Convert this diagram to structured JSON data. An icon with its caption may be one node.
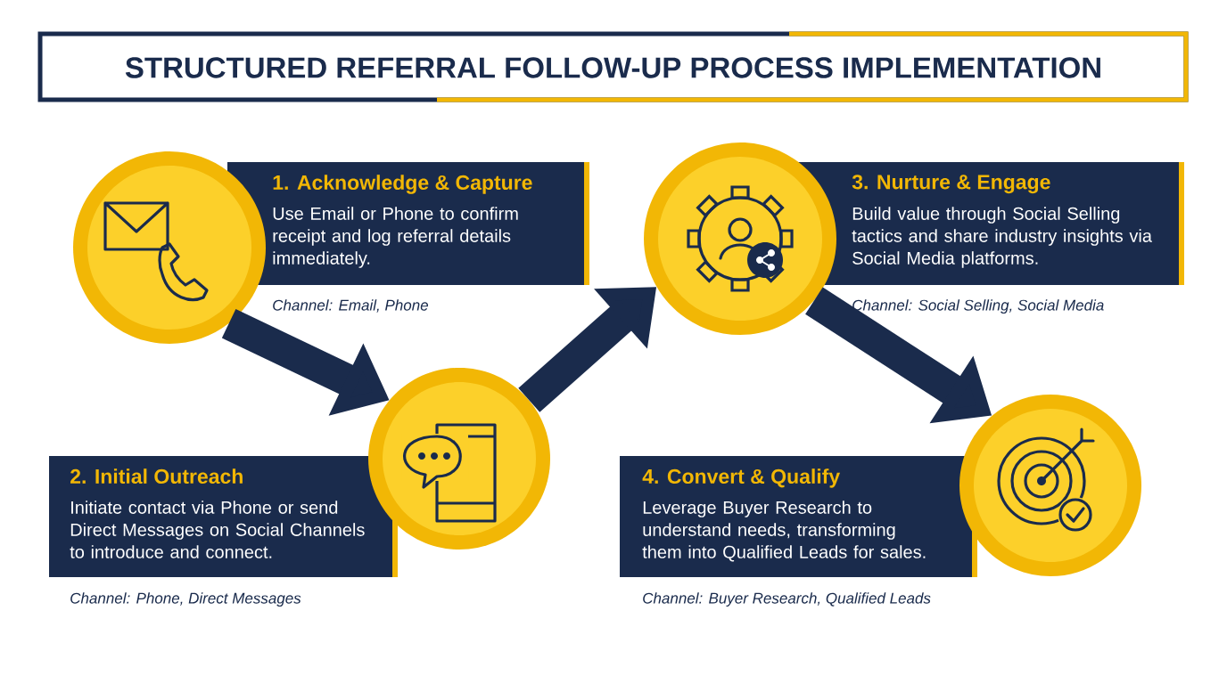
{
  "diagram": {
    "title": "STRUCTURED REFERRAL FOLLOW-UP PROCESS IMPLEMENTATION",
    "nodes": [
      {
        "text": [],
        "shape": "circle"
      },
      {
        "text": [
          "1. Acknowledge & Capture",
          "Use Email or Phone to confirm receipt and log referral details immediately."
        ],
        "beside": [
          "Channel: Email, Phone"
        ]
      },
      {
        "text": [],
        "shape": "circle"
      },
      {
        "text": [
          "2. Initial Outreach",
          "Initiate contact via Phone or send Direct Messages on Social Channels to introduce and connect."
        ],
        "beside": [
          "Channel: Phone, Direct Messages"
        ]
      },
      {
        "text": [],
        "shape": "circle"
      },
      {
        "text": [
          "3. Nurture & Engage",
          "Build value through Social Selling tactics and share industry insights via Social Media platforms."
        ],
        "beside": [
          "Channel: Social Selling, Social Media"
        ]
      },
      {
        "text": [],
        "shape": "circle"
      },
      {
        "text": [
          "4. Convert & Qualify",
          "Leverage Buyer Research to understand needs, transforming them into Qualified Leads for sales."
        ],
        "beside": [
          "Channel: Buyer Research, Qualified Leads"
        ]
      }
    ],
    "edges": [
      {
        "from": 0,
        "to": 2,
        "arrow": "to"
      },
      {
        "from": 2,
        "to": 4,
        "arrow": "to"
      },
      {
        "from": 4,
        "to": 6,
        "arrow": "to"
      }
    ]
  }
}
